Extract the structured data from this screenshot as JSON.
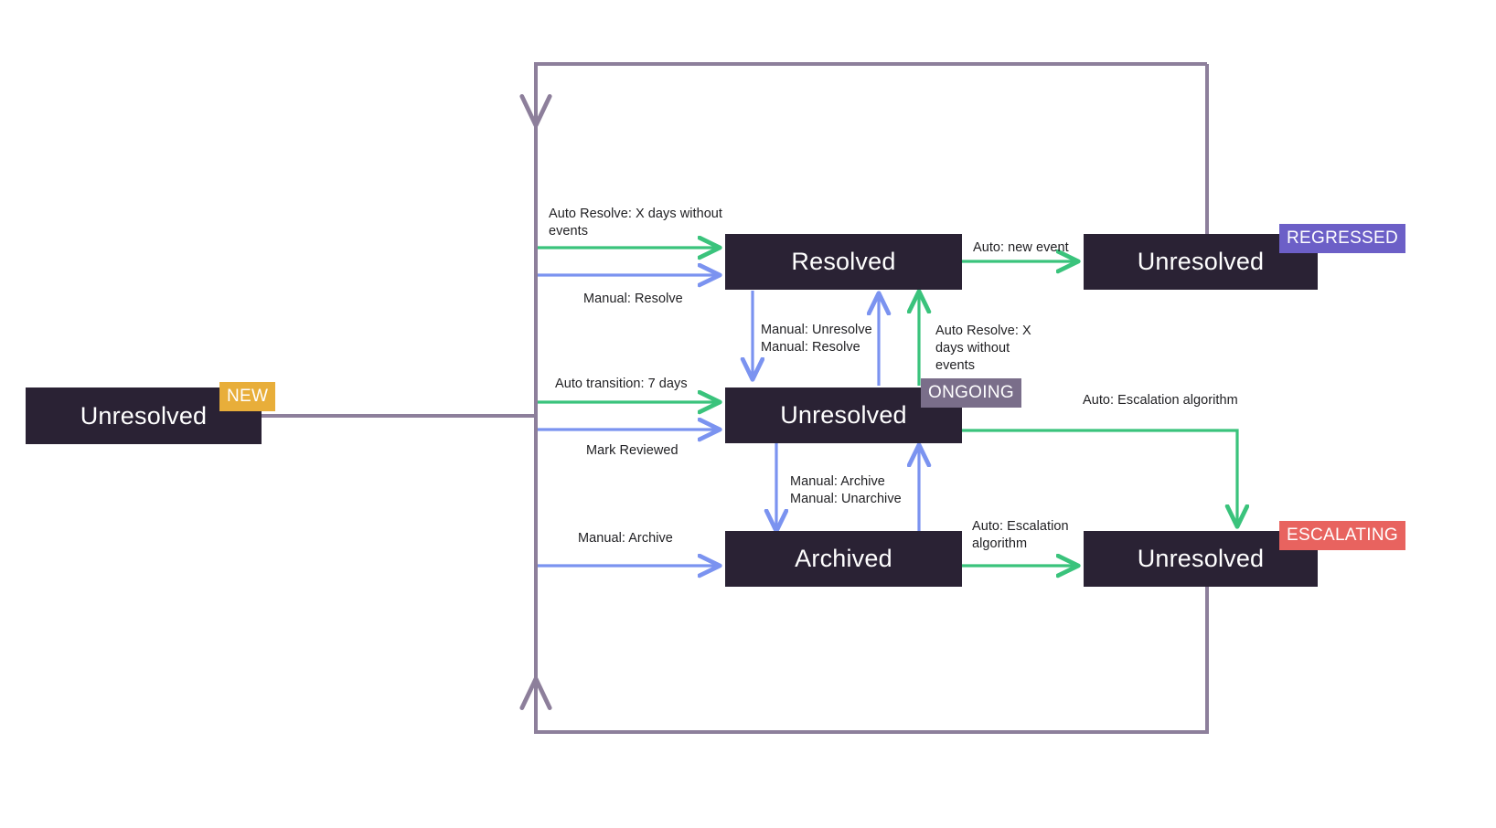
{
  "diagram": {
    "title": "Issue state transition flow",
    "type": "state-machine",
    "colors": {
      "node_fill": "#2a2234",
      "node_text": "#ffffff",
      "auto_edge": "#3ac37c",
      "manual_edge": "#7b93f0",
      "loopback_edge": "#8d7f9b",
      "label_text": "#1f1f22",
      "badge_new": "#e8ae3a",
      "badge_ongoing": "#7a6e8a",
      "badge_regressed": "#6c5fc7",
      "badge_escalating": "#e8635f",
      "background": "#ffffff"
    },
    "nodes": [
      {
        "id": "new",
        "label": "Unresolved",
        "badge": "NEW",
        "badge_color": "#e8ae3a"
      },
      {
        "id": "resolved",
        "label": "Resolved",
        "badge": null,
        "badge_color": null
      },
      {
        "id": "regressed",
        "label": "Unresolved",
        "badge": "REGRESSED",
        "badge_color": "#6c5fc7"
      },
      {
        "id": "ongoing",
        "label": "Unresolved",
        "badge": "ONGOING",
        "badge_color": "#7a6e8a"
      },
      {
        "id": "archived",
        "label": "Archived",
        "badge": null,
        "badge_color": null
      },
      {
        "id": "escalating",
        "label": "Unresolved",
        "badge": "ESCALATING",
        "badge_color": "#e8635f"
      }
    ],
    "edges": [
      {
        "id": "new-to-resolved-auto",
        "from": "new",
        "to": "resolved",
        "label": "Auto Resolve: X days without events",
        "kind": "auto"
      },
      {
        "id": "new-to-resolved-manual",
        "from": "new",
        "to": "resolved",
        "label": "Manual: Resolve",
        "kind": "manual"
      },
      {
        "id": "new-to-ongoing-auto",
        "from": "new",
        "to": "ongoing",
        "label": "Auto transition: 7 days",
        "kind": "auto"
      },
      {
        "id": "new-to-ongoing-manual",
        "from": "new",
        "to": "ongoing",
        "label": "Mark Reviewed",
        "kind": "manual"
      },
      {
        "id": "new-to-archived-manual",
        "from": "new",
        "to": "archived",
        "label": "Manual: Archive",
        "kind": "manual"
      },
      {
        "id": "resolved-to-regressed-auto",
        "from": "resolved",
        "to": "regressed",
        "label": "Auto: new event",
        "kind": "auto"
      },
      {
        "id": "resolved-ongoing-manual",
        "from": "resolved",
        "to": "ongoing",
        "label": "Manual: Unresolve\nManual: Resolve",
        "kind": "manual"
      },
      {
        "id": "ongoing-to-resolved-auto",
        "from": "ongoing",
        "to": "resolved",
        "label": "Auto Resolve: X days without events",
        "kind": "auto"
      },
      {
        "id": "ongoing-archived-manual",
        "from": "ongoing",
        "to": "archived",
        "label": "Manual: Archive\nManual: Unarchive",
        "kind": "manual"
      },
      {
        "id": "ongoing-to-escalating-auto",
        "from": "ongoing",
        "to": "escalating",
        "label": "Auto: Escalation algorithm",
        "kind": "auto"
      },
      {
        "id": "archived-to-escalating-auto",
        "from": "archived",
        "to": "escalating",
        "label": "Auto: Escalation\nalgorithm",
        "kind": "auto"
      }
    ],
    "labels": {
      "auto_resolve_x_days": "Auto Resolve: X days without\nevents",
      "manual_resolve": "Manual: Resolve",
      "auto_transition_7_days": "Auto transition: 7 days",
      "mark_reviewed": "Mark Reviewed",
      "manual_archive": "Manual: Archive",
      "auto_new_event": "Auto: new event",
      "manual_unresolve_resolve": "Manual: Unresolve\nManual: Resolve",
      "auto_resolve_x_days_up": "Auto Resolve: X\ndays without\nevents",
      "manual_archive_unarchive": "Manual: Archive\nManual: Unarchive",
      "auto_escalation_algorithm_top": "Auto: Escalation algorithm",
      "auto_escalation_algorithm_bottom": "Auto: Escalation\nalgorithm"
    },
    "badges": {
      "new": "NEW",
      "ongoing": "ONGOING",
      "regressed": "REGRESSED",
      "escalating": "ESCALATING"
    },
    "node_labels": {
      "new": "Unresolved",
      "resolved": "Resolved",
      "regressed": "Unresolved",
      "ongoing": "Unresolved",
      "archived": "Archived",
      "escalating": "Unresolved"
    }
  }
}
